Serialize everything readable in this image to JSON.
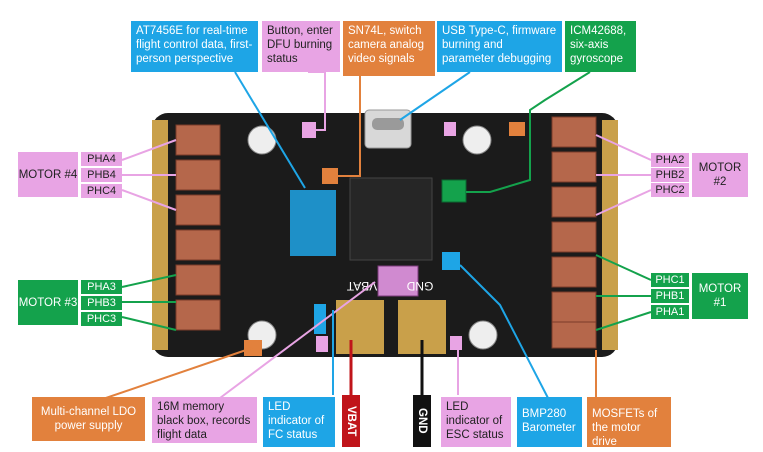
{
  "callouts": {
    "at7456e": "AT7456E for real-time flight control data, first-person perspective",
    "button": "Button, enter DFU burning status",
    "sn74l": "SN74L, switch camera analog video signals",
    "usb": "USB Type-C, firmware burning and parameter debugging",
    "icm": "ICM42688, six-axis gyroscope",
    "ldo": "Multi-channel LDO power supply",
    "memory": "16M memory black box, records flight data",
    "led_fc": "LED indicator of FC status",
    "vbat": "VBAT",
    "gnd": "GND",
    "led_esc": "LED indicator of ESC status",
    "baro": "BMP280 Barometer",
    "mosfet": "MOSFETs of the motor drive"
  },
  "motors": {
    "m4": {
      "label": "MOTOR #4",
      "phases": [
        "PHA4",
        "PHB4",
        "PHC4"
      ]
    },
    "m3": {
      "label": "MOTOR #3",
      "phases": [
        "PHA3",
        "PHB3",
        "PHC3"
      ]
    },
    "m2": {
      "label": "MOTOR #2",
      "phases": [
        "PHA2",
        "PHB2",
        "PHC2"
      ]
    },
    "m1": {
      "label": "MOTOR #1",
      "phases": [
        "PHC1",
        "PHB1",
        "PHA1"
      ]
    }
  },
  "silkscreen": {
    "vbat": "VBAT",
    "gnd": "GND"
  },
  "colors": {
    "blue": "#1ea5e6",
    "pink": "#e8a4e4",
    "orange": "#e2813d",
    "green": "#14a24c",
    "red": "#c0141a",
    "pcb": "#1b1b1b",
    "gold": "#c9a04a"
  }
}
